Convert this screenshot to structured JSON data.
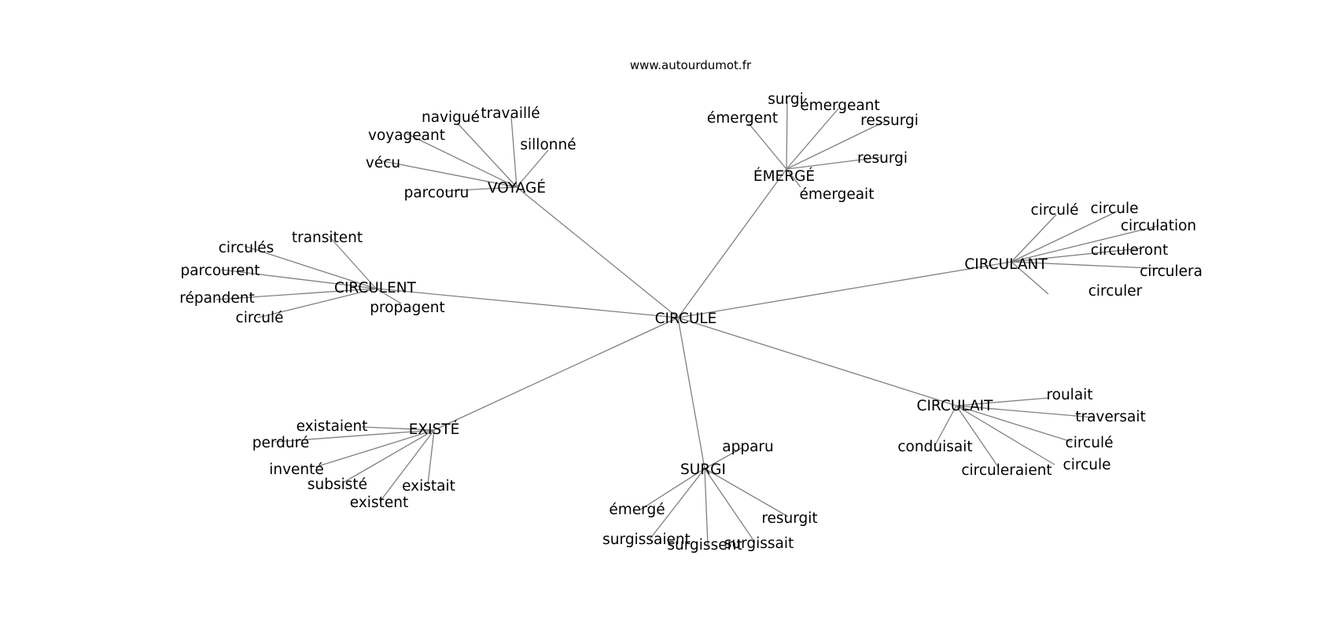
{
  "title": "www.autourdumot.fr",
  "edge_color": "#808080",
  "text_color": "#000000",
  "center": "CIRCULE",
  "clusters": [
    {
      "hub": "VOYAGÉ",
      "leaves": [
        "navigué",
        "travaillé",
        "voyageant",
        "sillonné",
        "vécu",
        "parcouru"
      ]
    },
    {
      "hub": "ÉMERGÉ",
      "leaves": [
        "surgi",
        "émergeant",
        "émergent",
        "ressurgi",
        "resurgi",
        "émergeait"
      ]
    },
    {
      "hub": "CIRCULANT",
      "leaves": [
        "circulé",
        "circule",
        "circulation",
        "circuleront",
        "circulera",
        "circuler"
      ]
    },
    {
      "hub": "CIRCULENT",
      "leaves": [
        "transitent",
        "circulés",
        "parcourent",
        "répandent",
        "propagent",
        "circulé"
      ]
    },
    {
      "hub": "EXISTÉ",
      "leaves": [
        "existaient",
        "perduré",
        "inventé",
        "subsisté",
        "existait",
        "existent"
      ]
    },
    {
      "hub": "SURGI",
      "leaves": [
        "apparu",
        "émergé",
        "resurgit",
        "surgissaient",
        "surgissent",
        "surgissait"
      ]
    },
    {
      "hub": "CIRCULAIT",
      "leaves": [
        "roulait",
        "traversait",
        "circulé",
        "circule",
        "circuleraient",
        "conduisait"
      ]
    }
  ]
}
